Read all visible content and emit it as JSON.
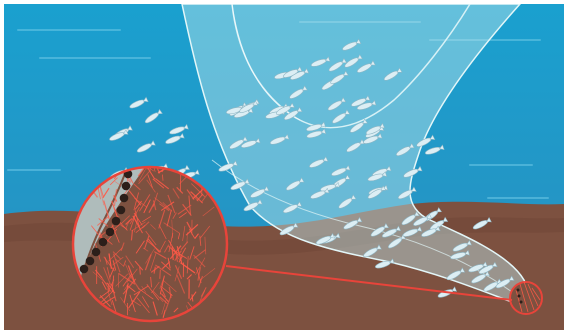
{
  "illustration": {
    "subject": "trawl-net-dragging-seabed",
    "colors": {
      "frame": "#ffffff",
      "water_top": "#1aa0cf",
      "water_bottom": "#2e95c4",
      "seabed": "#7d5140",
      "net_fill": "#bfe6ea",
      "net_outline": "#d9f2f4",
      "fish": "#dceef4",
      "fish_outline": "#8fb6c4",
      "highlight": "#e8443a",
      "sediment": "#ff5a48",
      "chain_beads": "#2c1f1a"
    },
    "icons": [
      "trawl-net",
      "fish-school",
      "magnifier-callout",
      "chain-footrope",
      "disturbed-sediment-plume"
    ]
  }
}
